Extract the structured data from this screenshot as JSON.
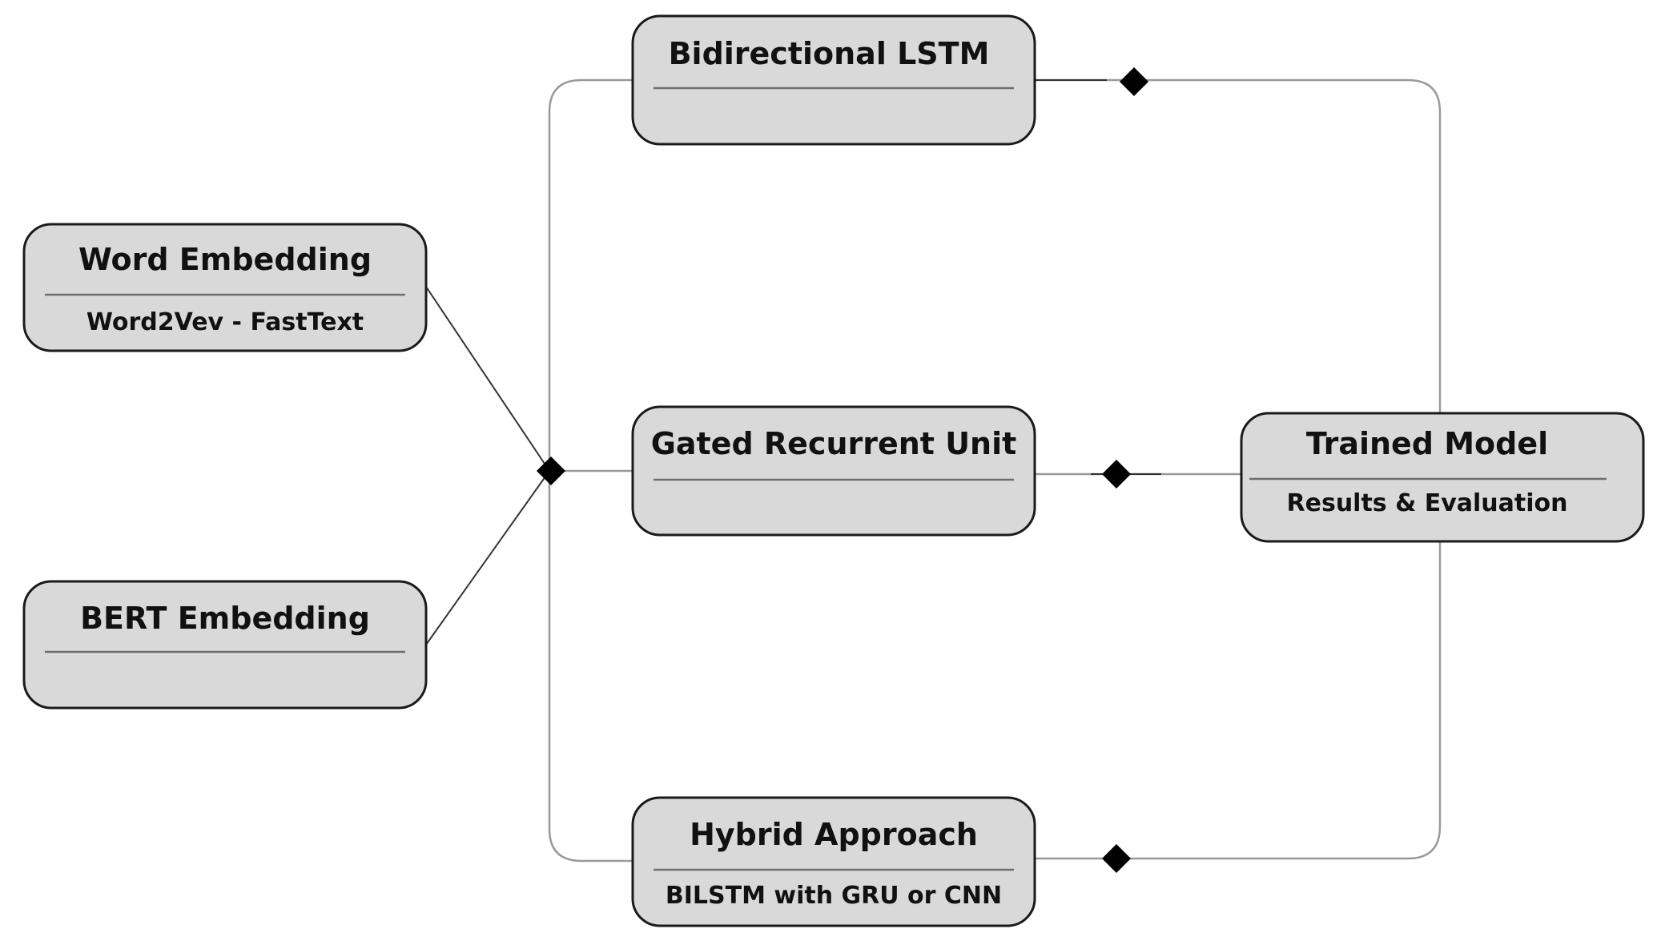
{
  "nodes": {
    "word_embedding": {
      "title": "Word Embedding",
      "subtitle": "Word2Vev - FastText"
    },
    "bert_embedding": {
      "title": "BERT Embedding",
      "subtitle": ""
    },
    "bilstm": {
      "title": "Bidirectional LSTM",
      "subtitle": ""
    },
    "gru": {
      "title": "Gated Recurrent Unit",
      "subtitle": ""
    },
    "hybrid": {
      "title": "Hybrid Approach",
      "subtitle": "BILSTM with GRU or CNN"
    },
    "trained_model": {
      "title": "Trained Model",
      "subtitle": "Results & Evaluation"
    }
  },
  "edges": [
    {
      "from": "Word Embedding",
      "to": "Bidirectional LSTM"
    },
    {
      "from": "Word Embedding",
      "to": "Gated Recurrent Unit"
    },
    {
      "from": "Word Embedding",
      "to": "Hybrid Approach"
    },
    {
      "from": "BERT Embedding",
      "to": "Bidirectional LSTM"
    },
    {
      "from": "BERT Embedding",
      "to": "Gated Recurrent Unit"
    },
    {
      "from": "BERT Embedding",
      "to": "Hybrid Approach"
    },
    {
      "from": "Bidirectional LSTM",
      "to": "Trained Model"
    },
    {
      "from": "Gated Recurrent Unit",
      "to": "Trained Model"
    },
    {
      "from": "Hybrid Approach",
      "to": "Trained Model"
    }
  ]
}
